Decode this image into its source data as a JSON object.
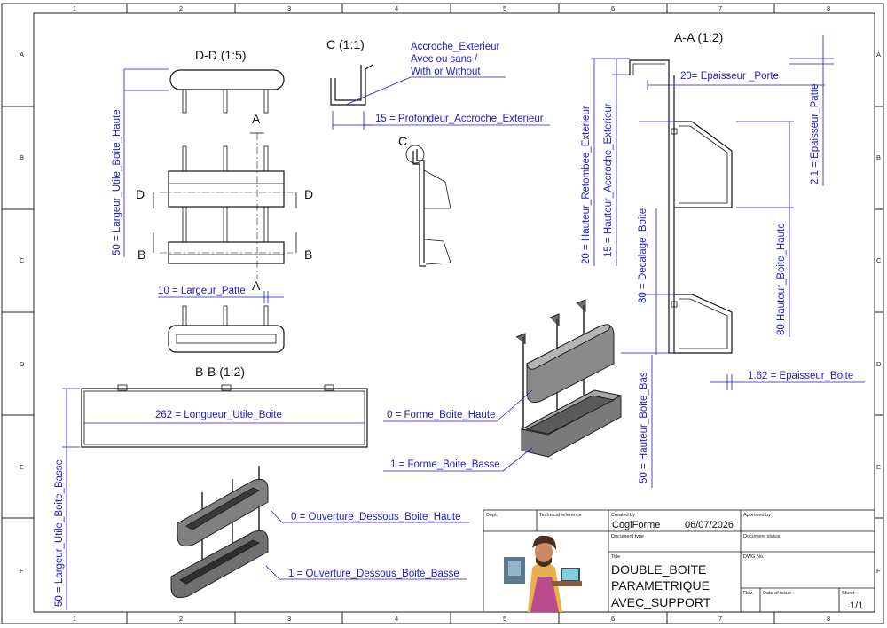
{
  "zones": {
    "cols": [
      "1",
      "2",
      "3",
      "4",
      "5",
      "6",
      "7",
      "8"
    ],
    "rows": [
      "A",
      "B",
      "C",
      "D",
      "E",
      "F"
    ]
  },
  "views": {
    "dd": "D-D (1:5)",
    "c": "C (1:1)",
    "aa": "A-A (1:2)",
    "bb": "B-B (1:2)"
  },
  "markers": {
    "a": "A",
    "b": "B",
    "c": "C",
    "d": "D"
  },
  "dims": {
    "largeur_haute": "50 = Largeur_Utile_Boite_Haute",
    "largeur_patte": "10 = Largeur_Patte",
    "accroche_title": "Accroche_Exterieur",
    "accroche_l2": "Avec ou sans /",
    "accroche_l3": "With or Without",
    "profondeur": "15 = Profondeur_Accroche_Exterieur",
    "retombee": "20 = Hauteur_Retombee_Exterieur",
    "hauteur_accroche": "15 = Hauteur_Accroche_Exterieur",
    "epaisseur_porte": "20= Epaisseur _Porte",
    "epaisseur_patte": "2.1 = Epaisseur_Patte",
    "hauteur_boite_haute": "80 Hauteur_Boite_Haute",
    "decalage": "80 = Decalage_Boite",
    "epaisseur_boite": "1.62 = Epaisseur_Boite",
    "hauteur_boite_bas": "50 = Hauteur_Boite_Bas",
    "longueur": "262 = Longueur_Utile_Boite",
    "largeur_basse": "50 = Largeur_Utile_Boite_Basse",
    "forme_haute": "0 = Forme_Boite_Haute",
    "forme_basse": "1 = Forme_Boite_Basse",
    "ouverture_haute": "0 = Ouverture_Dessous_Boite_Haute",
    "ouverture_basse": "1 = Ouverture_Dessous_Boite_Basse"
  },
  "title_block": {
    "dept_label": "Dept.",
    "techref_label": "Technical reference",
    "created_label": "Created by",
    "created_value": "CogiForme",
    "created_date": "06/07/2026",
    "approved_label": "Approved by",
    "doctype_label": "Document type",
    "docstatus_label": "Document status",
    "title_label": "Title",
    "title_l1": "DOUBLE_BOITE",
    "title_l2": "PARAMETRIQUE",
    "title_l3": "AVEC_SUPPORT",
    "dwgno_label": "DWG No.",
    "rev_label": "Rev.",
    "date_issue_label": "Date of issue",
    "sheet_label": "Sheet",
    "sheet_value": "1/1"
  }
}
